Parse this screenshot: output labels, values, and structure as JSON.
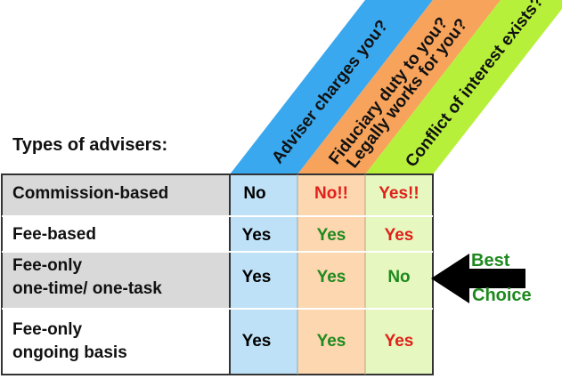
{
  "heading": "Types of advisers:",
  "columns": [
    {
      "label": "Adviser charges you?",
      "color": "#3aa8ee",
      "cell_color": "#bfe1f7"
    },
    {
      "label_lines": [
        "Fiduciary duty to you?",
        "Legally works for you?"
      ],
      "color": "#f7a35c",
      "cell_color": "#fcd7b0"
    },
    {
      "label": "Conflict of interest exists?",
      "color": "#b6f03a",
      "cell_color": "#e6f7bf"
    }
  ],
  "rows": [
    {
      "label_lines": [
        "Commission-based"
      ],
      "cells": [
        "No",
        "No!!",
        "Yes!!"
      ],
      "cell_colors": [
        "#111111",
        "#e0201a",
        "#e0201a"
      ],
      "shaded": true
    },
    {
      "label_lines": [
        "Fee-based"
      ],
      "cells": [
        "Yes",
        "Yes",
        "Yes"
      ],
      "cell_colors": [
        "#111111",
        "#1e8a1e",
        "#e0201a"
      ],
      "shaded": false
    },
    {
      "label_lines": [
        "Fee-only",
        "one-time/ one-task"
      ],
      "cells": [
        "Yes",
        "Yes",
        "No"
      ],
      "cell_colors": [
        "#111111",
        "#1e8a1e",
        "#1e8a1e"
      ],
      "shaded": true
    },
    {
      "label_lines": [
        "Fee-only",
        "ongoing basis"
      ],
      "cells": [
        "Yes",
        "Yes",
        "Yes"
      ],
      "cell_colors": [
        "#111111",
        "#1e8a1e",
        "#e0201a"
      ],
      "shaded": false
    }
  ],
  "callout": {
    "line1": "Best",
    "line2": "Choice",
    "icon": "left-arrow-icon",
    "color": "#1e8a1e"
  },
  "colors": {
    "row_shade": "#d9d9d9",
    "border": "#333333",
    "red": "#e0201a",
    "green": "#1e8a1e"
  }
}
